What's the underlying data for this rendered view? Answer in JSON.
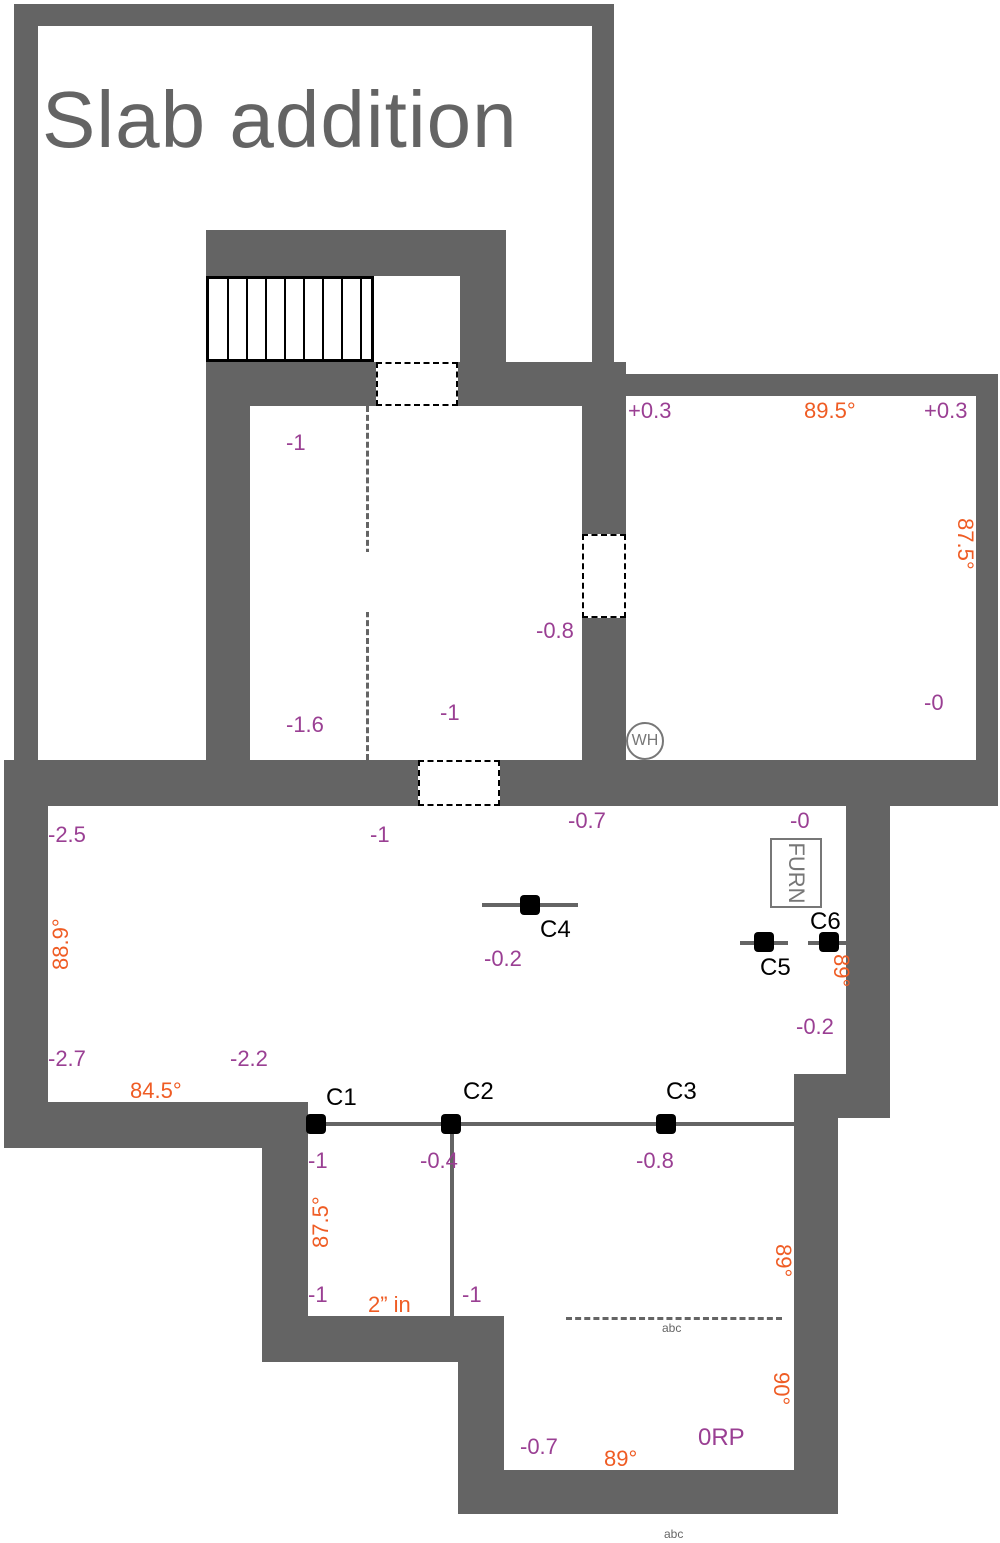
{
  "title": "Slab addition",
  "colors": {
    "wall": "#646464",
    "elevation": "#9a3f93",
    "angle": "#ef5c24"
  },
  "icons": {
    "stairs": "stairs-icon",
    "water_heater": "water-heater-icon",
    "furnace": "furnace-icon"
  },
  "equipment": {
    "water_heater": "WH",
    "furnace": "FURN"
  },
  "columns": [
    "C1",
    "C2",
    "C3",
    "C4",
    "C5",
    "C6"
  ],
  "elevations": [
    "-1",
    "-0.8",
    "-1.6",
    "-1",
    "+0.3",
    "+0.3",
    "-0",
    "-2.5",
    "-1",
    "-0.7",
    "-0",
    "-0.2",
    "-0.2",
    "-2.7",
    "-2.2",
    "-1",
    "-0.4",
    "-0.8",
    "-1",
    "-1",
    "-0.7",
    "0RP"
  ],
  "angles": [
    "89.5°",
    "87.5°",
    "88.9°",
    "89°",
    "84.5°",
    "87.5°",
    "89°",
    "90°",
    "89°"
  ],
  "note": "2” in",
  "small_labels": [
    "abc",
    "abc"
  ]
}
